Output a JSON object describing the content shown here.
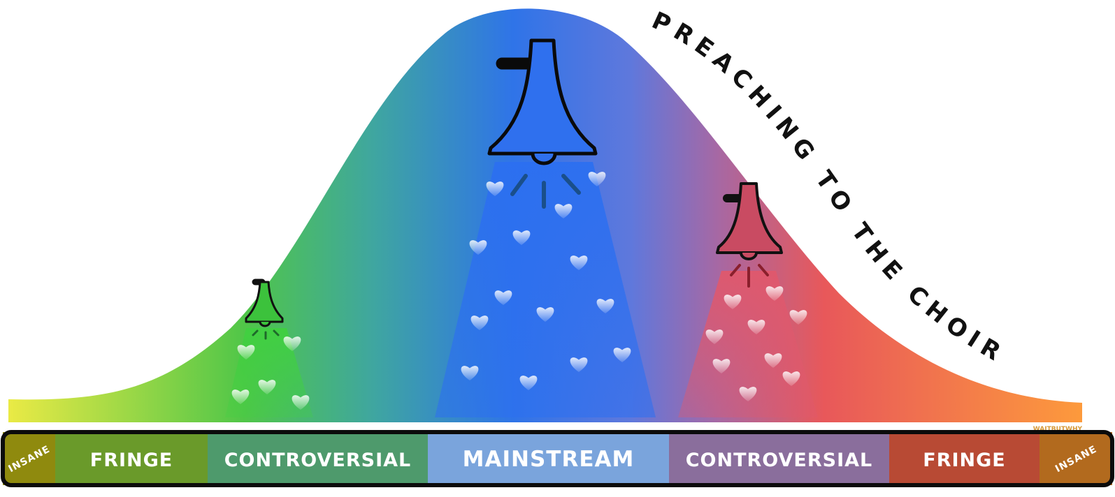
{
  "title": "PREACHING TO THE CHOIR",
  "watermark": "WAITBUTWHY",
  "spectrum": [
    {
      "key": "insane-left",
      "label": "INSANE",
      "color": "#8f8a0e"
    },
    {
      "key": "fringe-left",
      "label": "FRINGE",
      "color": "#6a9a2a"
    },
    {
      "key": "controversial-left",
      "label": "CONTROVERSIAL",
      "color": "#4e9a6c"
    },
    {
      "key": "mainstream",
      "label": "MAINSTREAM",
      "color": "#7aa4dc"
    },
    {
      "key": "controversial-right",
      "label": "CONTROVERSIAL",
      "color": "#8a6e9c"
    },
    {
      "key": "fringe-right",
      "label": "FRINGE",
      "color": "#b84a34"
    },
    {
      "key": "insane-right",
      "label": "INSANE",
      "color": "#b26a1e"
    }
  ],
  "curve_colors": {
    "left": "#eaea45",
    "green": "#4cc44a",
    "blue": "#2f74e8",
    "red": "#e8585a",
    "right": "#fd9a3c"
  },
  "bells": [
    {
      "name": "green",
      "color": "#3cc23c",
      "beam": "#46c846"
    },
    {
      "name": "blue",
      "color": "#2f70ee",
      "beam": "#3070ee"
    },
    {
      "name": "red",
      "color": "#c94b62",
      "beam": "#e2626e"
    }
  ]
}
